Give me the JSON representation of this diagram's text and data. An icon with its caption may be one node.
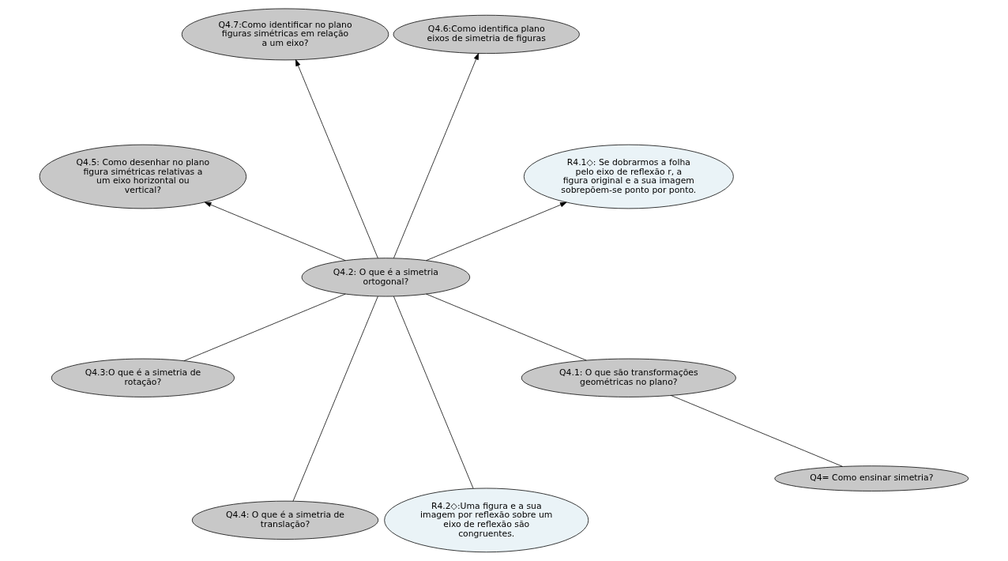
{
  "diagram": {
    "nodes": [
      {
        "text": [
          "Q4= Como ensinar simetria?"
        ]
      },
      {
        "text": [
          "R4.1◇: Se dobrarmos a folha pelo eixo de reflexão r, a figura original e a sua imagem sobrepõem-se ponto por ponto."
        ]
      },
      {
        "text": [
          "Q4.6:Como identifica plano eixos de simetria de figuras"
        ]
      },
      {
        "text": [
          "Q4.1: O que são transformações geométricas no plano?"
        ]
      },
      {
        "text": [
          "Q4.7:Como identificar no plano figuras simétricas em relação a um eixo?"
        ]
      },
      {
        "text": [
          "Q4.2: O que é a simetria ortogonal?"
        ]
      },
      {
        "text": [
          "Q4.5: Como desenhar no plano figura simétricas relativas a um eixo horizontal ou vertical?"
        ]
      },
      {
        "text": [
          "Q4.3:O que é a simetria de rotação?"
        ]
      },
      {
        "text": [
          "Q4.4: O que é a simetria de translação?"
        ]
      },
      {
        "text": [
          "R4.2◇:Uma figura e a sua imagem por reflexão sobre um eixo de reflexão são congruentes."
        ]
      }
    ],
    "edges": [
      {
        "from": 0,
        "to": 3,
        "arrow": "none"
      },
      {
        "from": 3,
        "to": 5,
        "arrow": "none"
      },
      {
        "from": 5,
        "to": 1,
        "arrow": "to"
      },
      {
        "from": 5,
        "to": 2,
        "arrow": "to"
      },
      {
        "from": 5,
        "to": 4,
        "arrow": "to"
      },
      {
        "from": 5,
        "to": 6,
        "arrow": "to"
      },
      {
        "from": 5,
        "to": 7,
        "arrow": "none"
      },
      {
        "from": 5,
        "to": 8,
        "arrow": "none"
      },
      {
        "from": 5,
        "to": 9,
        "arrow": "none"
      }
    ]
  }
}
